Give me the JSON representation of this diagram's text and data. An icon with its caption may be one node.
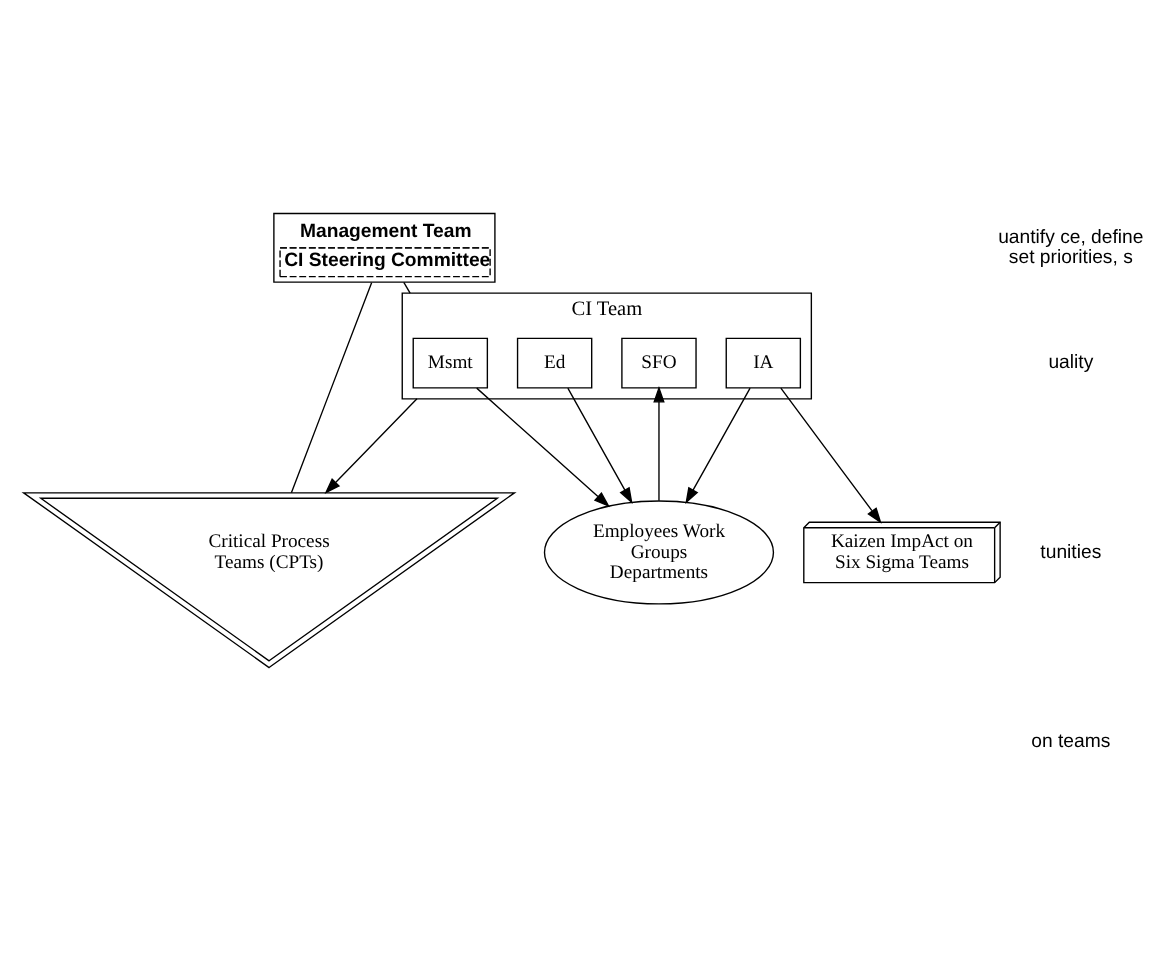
{
  "diagram": {
    "nodes": [
      {
        "text": [
          "Management Team",
          "CI Steering Committee"
        ]
      },
      {
        "text": [
          "CI Team"
        ]
      },
      {
        "text": [
          "Msmt"
        ],
        "in": 1
      },
      {
        "text": [
          "Ed"
        ],
        "in": 1
      },
      {
        "text": [
          "SFO"
        ],
        "in": 1
      },
      {
        "text": [
          "IA"
        ],
        "in": 1
      },
      {
        "text": [
          "Critical Process Teams (CPTs)"
        ]
      },
      {
        "text": [
          "Employees Work Groups Departments"
        ]
      },
      {
        "text": [
          "Kaizen ImpAct on Six Sigma Teams"
        ]
      }
    ],
    "edges": [
      {
        "from": 0,
        "to": 1,
        "arrow": "none"
      },
      {
        "from": 0,
        "to": 6,
        "arrow": "none"
      },
      {
        "from": 1,
        "to": 6,
        "arrow": "to"
      },
      {
        "from": 2,
        "to": 7,
        "arrow": "to"
      },
      {
        "from": 3,
        "to": 7,
        "arrow": "to"
      },
      {
        "from": 7,
        "to": 4,
        "arrow": "to"
      },
      {
        "from": 5,
        "to": 7,
        "arrow": "to"
      },
      {
        "from": 5,
        "to": 8,
        "arrow": "to"
      }
    ],
    "labels": [
      "uantify ce, define set priorities, s",
      "uality",
      "tunities",
      "on teams"
    ]
  }
}
